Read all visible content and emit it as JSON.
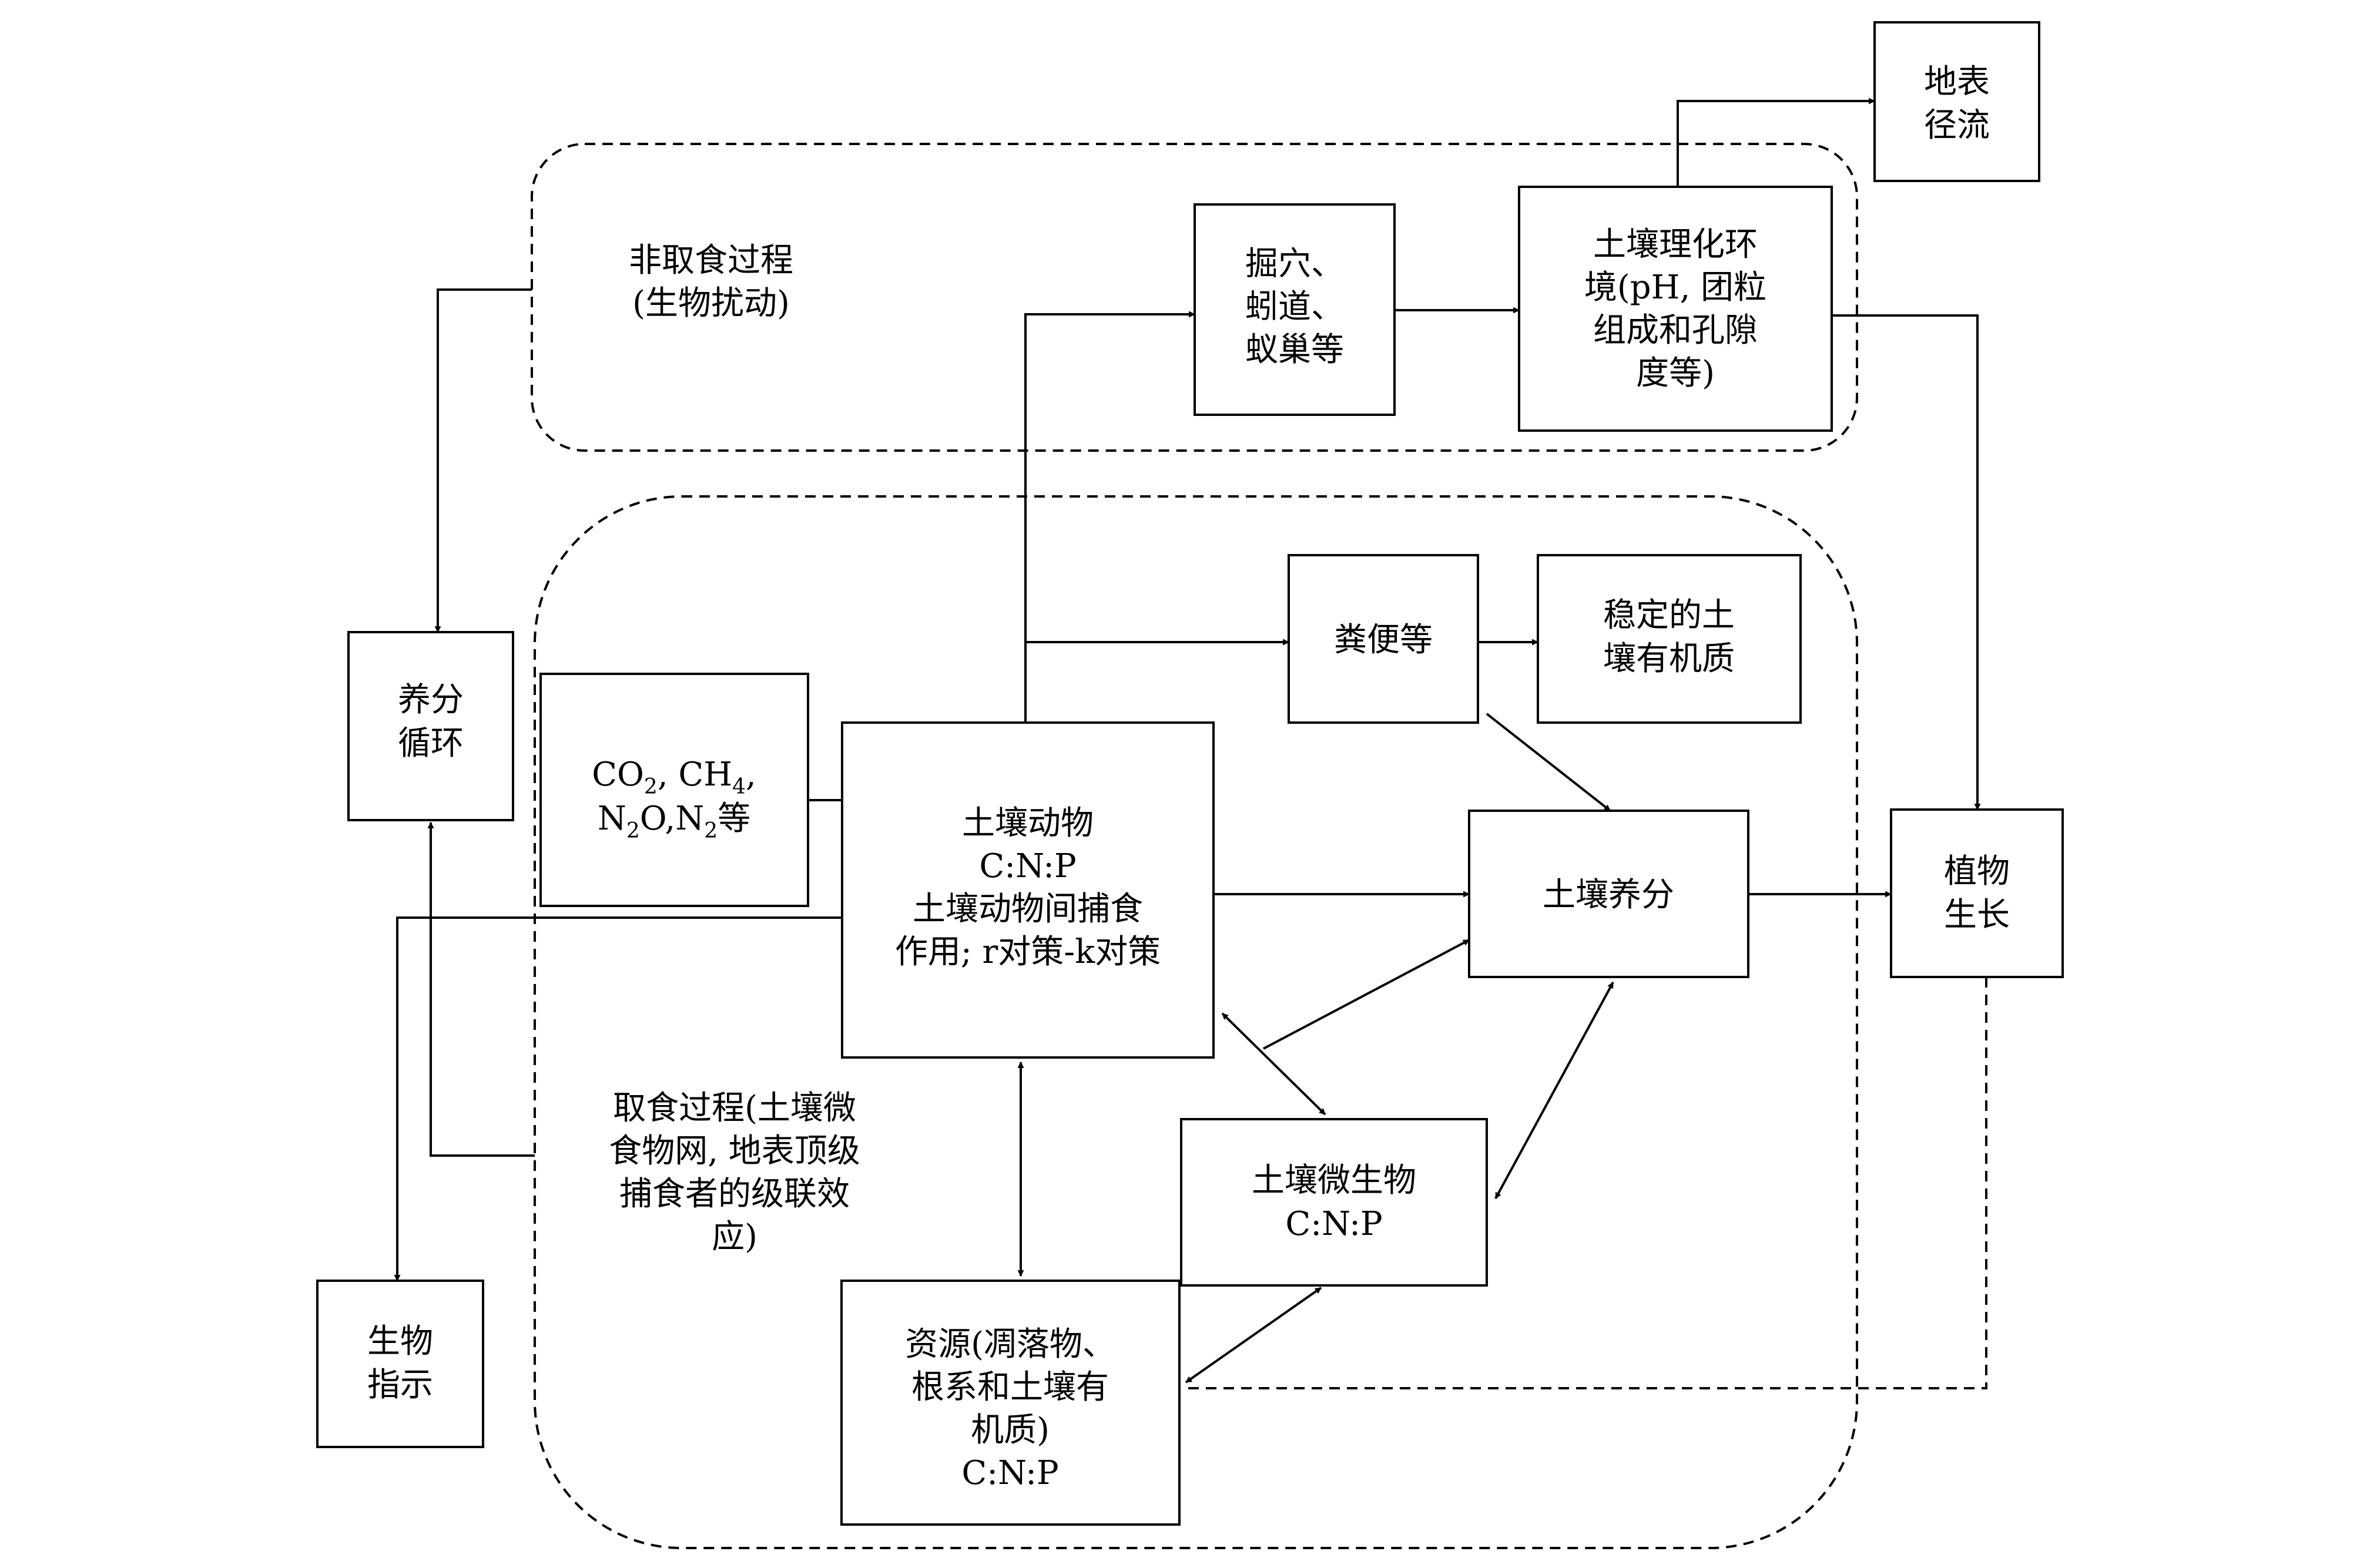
{
  "regions": {
    "non_feeding": [
      "非取食过程",
      "(生物扰动)"
    ],
    "feeding": [
      "取食过程(土壤微",
      "食物网, 地表顶级",
      "捕食者的级联效",
      "应)"
    ]
  },
  "nodes": {
    "surface_runoff": [
      "地表",
      "径流"
    ],
    "burrows": [
      "掘穴、",
      "蚓道、",
      "蚁巢等"
    ],
    "soil_physchem": [
      "土壤理化环",
      "境(pH, 团粒",
      "组成和孔隙",
      "度等)"
    ],
    "nutrient_cycling": [
      "养分",
      "循环"
    ],
    "feces": "粪便等",
    "stable_som": [
      "稳定的土",
      "壤有机质"
    ],
    "gases": {
      "line1": {
        "co": "CO",
        "co_sub": "2",
        "ch": ", CH",
        "ch_sub": "4",
        "end": ","
      },
      "line2": {
        "n": "N",
        "n_sub": "2",
        "o": "O,N",
        "o_sub": "2",
        "end": "等"
      }
    },
    "soil_fauna": [
      "土壤动物",
      "C:N:P",
      "土壤动物间捕食",
      "作用; r对策-k对策"
    ],
    "soil_nutrients": "土壤养分",
    "plant_growth": [
      "植物",
      "生长"
    ],
    "soil_microbes": [
      "土壤微生物",
      "C:N:P"
    ],
    "bio_indicator": [
      "生物",
      "指示"
    ],
    "resources": [
      "资源(凋落物、",
      "根系和土壤有",
      "机质)",
      "C:N:P"
    ]
  }
}
